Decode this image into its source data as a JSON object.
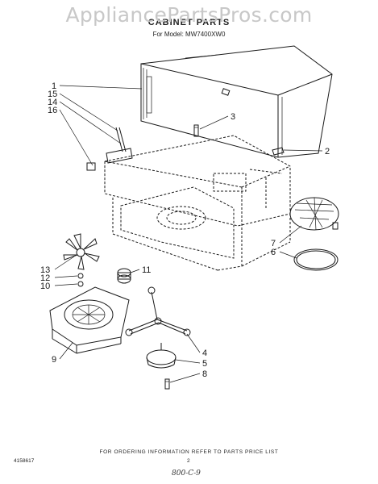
{
  "watermark": "AppliancePartsPros.com",
  "title": "CABINET PARTS",
  "subtitle": "For Model: MW7400XW0",
  "footer_note": "FOR ORDERING INFORMATION REFER TO PARTS PRICE LIST",
  "doc_number": "4158617",
  "page_number": "2",
  "handwritten_note": "800-C-9",
  "callouts": [
    "1",
    "15",
    "14",
    "16",
    "3",
    "2",
    "7",
    "6",
    "13",
    "12",
    "10",
    "11",
    "9",
    "4",
    "5",
    "8"
  ]
}
